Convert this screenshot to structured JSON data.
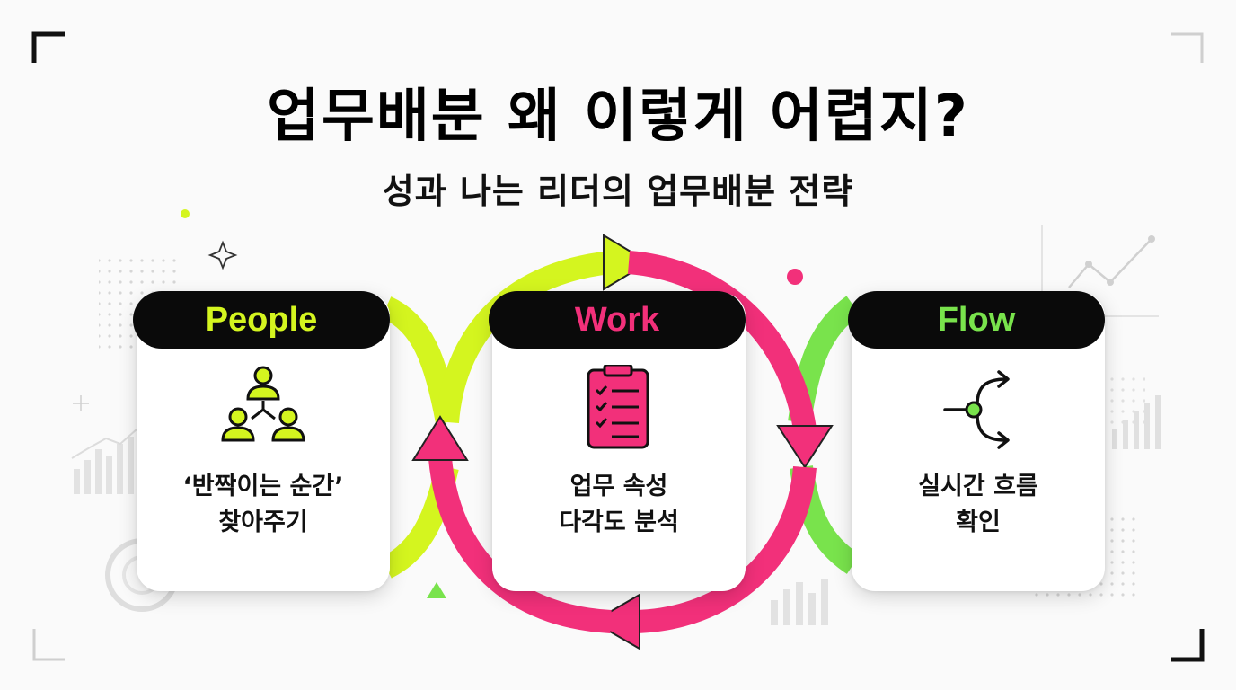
{
  "title": "업무배분 왜 이렇게 어렵지?",
  "subtitle": "성과 나는 리더의 업무배분 전략",
  "colors": {
    "lime": "#d4f51f",
    "pink": "#f2307a",
    "green": "#79e34c",
    "dark": "#0a0a0a"
  },
  "cards": [
    {
      "title": "People",
      "icon": "team-hierarchy-icon",
      "lines": [
        "‘반짝이는 순간’",
        "찾아주기"
      ]
    },
    {
      "title": "Work",
      "icon": "clipboard-checklist-icon",
      "lines": [
        "업무 속성",
        "다각도 분석"
      ]
    },
    {
      "title": "Flow",
      "icon": "branch-split-icon",
      "lines": [
        "실시간 흐름",
        "확인"
      ]
    }
  ]
}
